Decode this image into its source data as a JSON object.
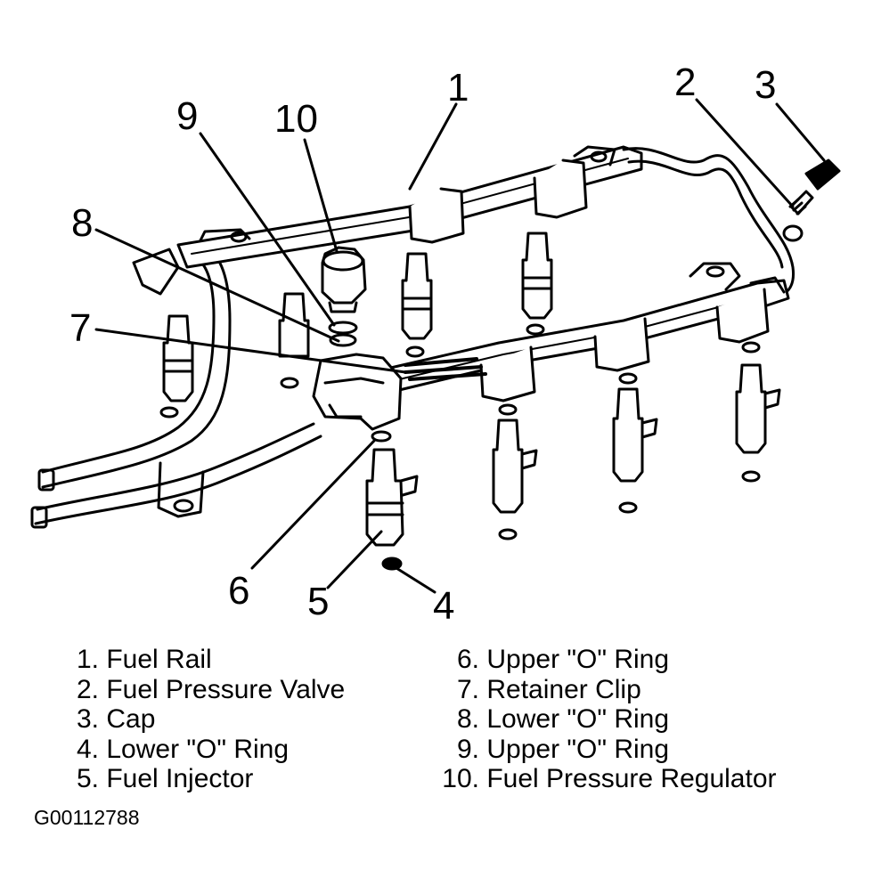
{
  "callouts": [
    "1",
    "2",
    "3",
    "4",
    "5",
    "6",
    "7",
    "8",
    "9",
    "10"
  ],
  "legend": [
    {
      "num": "1.",
      "label": "Fuel Rail"
    },
    {
      "num": "2.",
      "label": "Fuel Pressure Valve"
    },
    {
      "num": "3.",
      "label": "Cap"
    },
    {
      "num": "4.",
      "label": "Lower \"O\" Ring"
    },
    {
      "num": "5.",
      "label": "Fuel Injector"
    },
    {
      "num": "6.",
      "label": "Upper \"O\" Ring"
    },
    {
      "num": "7.",
      "label": "Retainer Clip"
    },
    {
      "num": "8.",
      "label": "Lower \"O\" Ring"
    },
    {
      "num": "9.",
      "label": "Upper \"O\" Ring"
    },
    {
      "num": "10.",
      "label": "Fuel Pressure Regulator"
    }
  ],
  "figure_id": "G00112788"
}
